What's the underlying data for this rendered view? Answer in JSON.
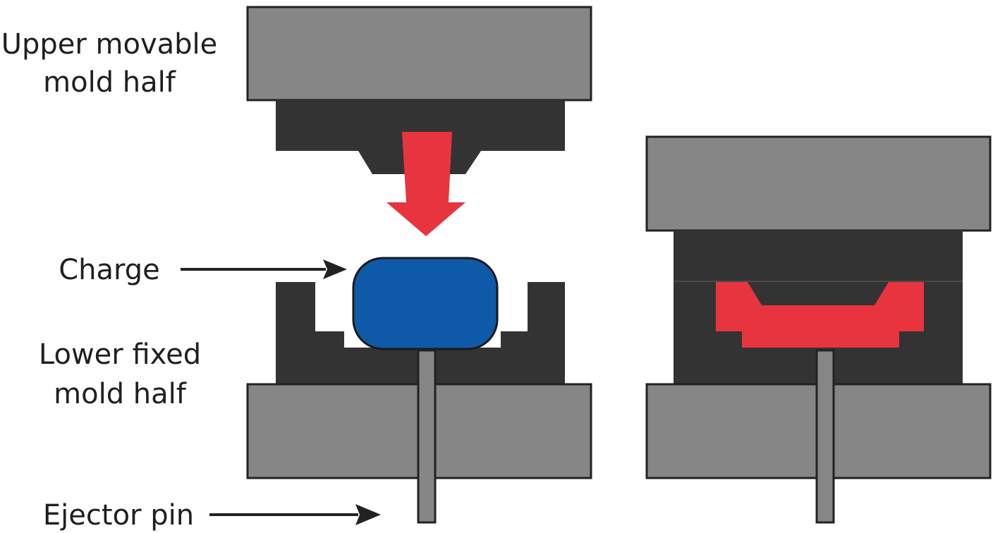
{
  "labels": {
    "upper_line1": "Upper movable",
    "upper_line2": "mold half",
    "charge": "Charge",
    "lower_line1": "Lower fixed",
    "lower_line2": "mold half",
    "ejector": "Ejector pin"
  },
  "colors": {
    "platen_gray": "#868686",
    "mold_dark": "#333333",
    "press_arrow_red": "#e8343f",
    "charge_blue": "#0f5aa8",
    "molded_part_red": "#e8343f",
    "pointer_arrow": "#222222",
    "text": "#1f1f1f",
    "background": "#ffffff"
  }
}
